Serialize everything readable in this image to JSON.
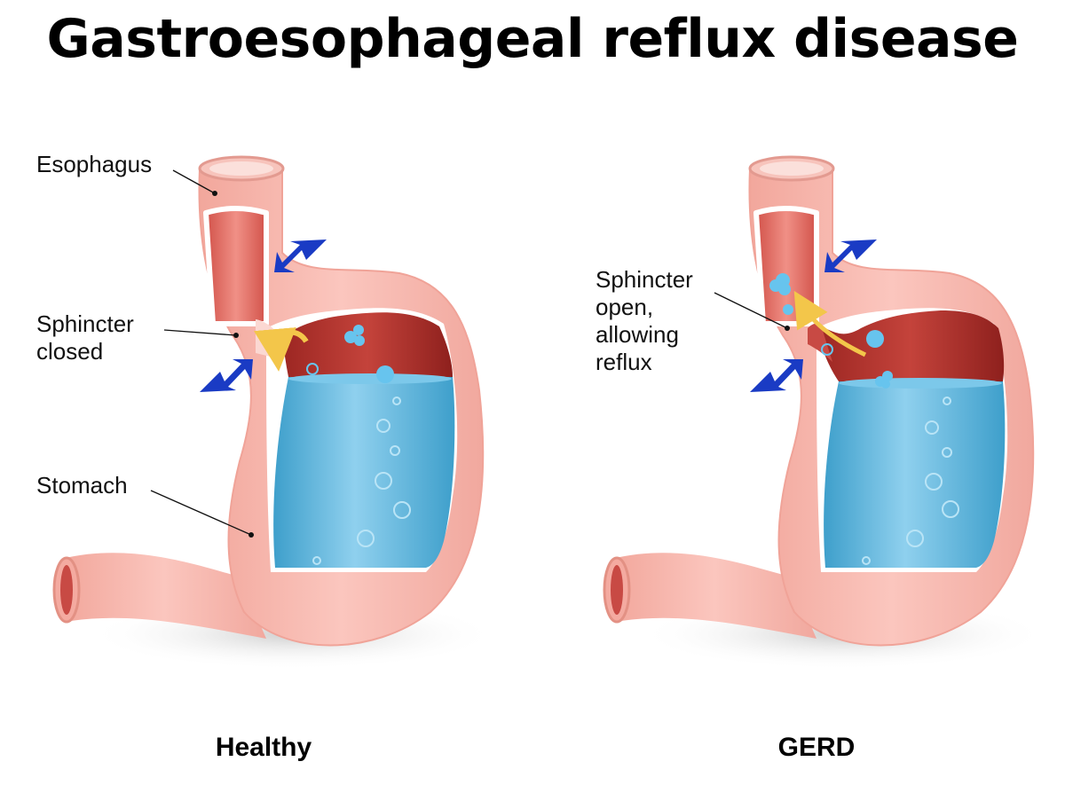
{
  "title": "Gastroesophageal reflux disease",
  "healthy": {
    "caption": "Healthy",
    "labels": {
      "esophagus": "Esophagus",
      "sphincter_line1": "Sphincter",
      "sphincter_line2": "closed",
      "stomach": "Stomach"
    }
  },
  "gerd": {
    "caption": "GERD",
    "labels": {
      "line1": "Sphincter",
      "line2": "open,",
      "line3": "allowing",
      "line4": "reflux"
    }
  },
  "colors": {
    "tissue": "#f8b9b0",
    "tissue_dark": "#ee9a8f",
    "acid": "#a8302c",
    "fluid": "#5fb6dc",
    "arrow": "#1a3bc4",
    "flow_arrow": "#f3c64a",
    "bubble": "#67c4ee"
  }
}
